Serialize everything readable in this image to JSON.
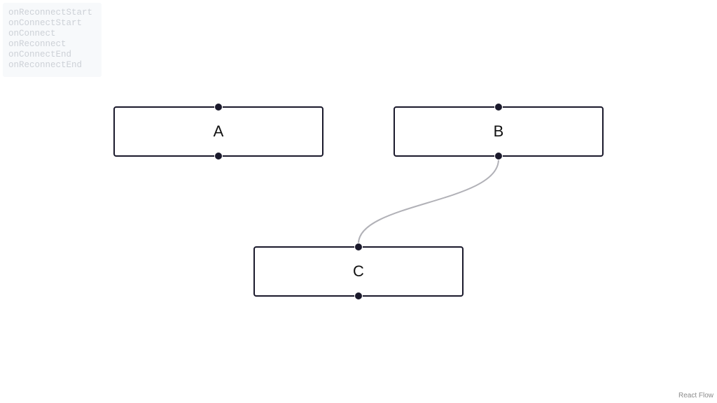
{
  "event_log": {
    "lines": [
      "onReconnectStart",
      "onConnectStart",
      "onConnect",
      "onReconnect",
      "onConnectEnd",
      "onReconnectEnd"
    ]
  },
  "nodes": [
    {
      "id": "A",
      "label": "A"
    },
    {
      "id": "B",
      "label": "B"
    },
    {
      "id": "C",
      "label": "C"
    }
  ],
  "edges": [
    {
      "source": "B",
      "target": "C",
      "color": "#b1b1b7"
    }
  ],
  "colors": {
    "handle": "#1a192b",
    "node_border": "#1a192b",
    "edge": "#b1b1b7",
    "log_text": "#cdd1d7"
  },
  "attribution": "React Flow"
}
